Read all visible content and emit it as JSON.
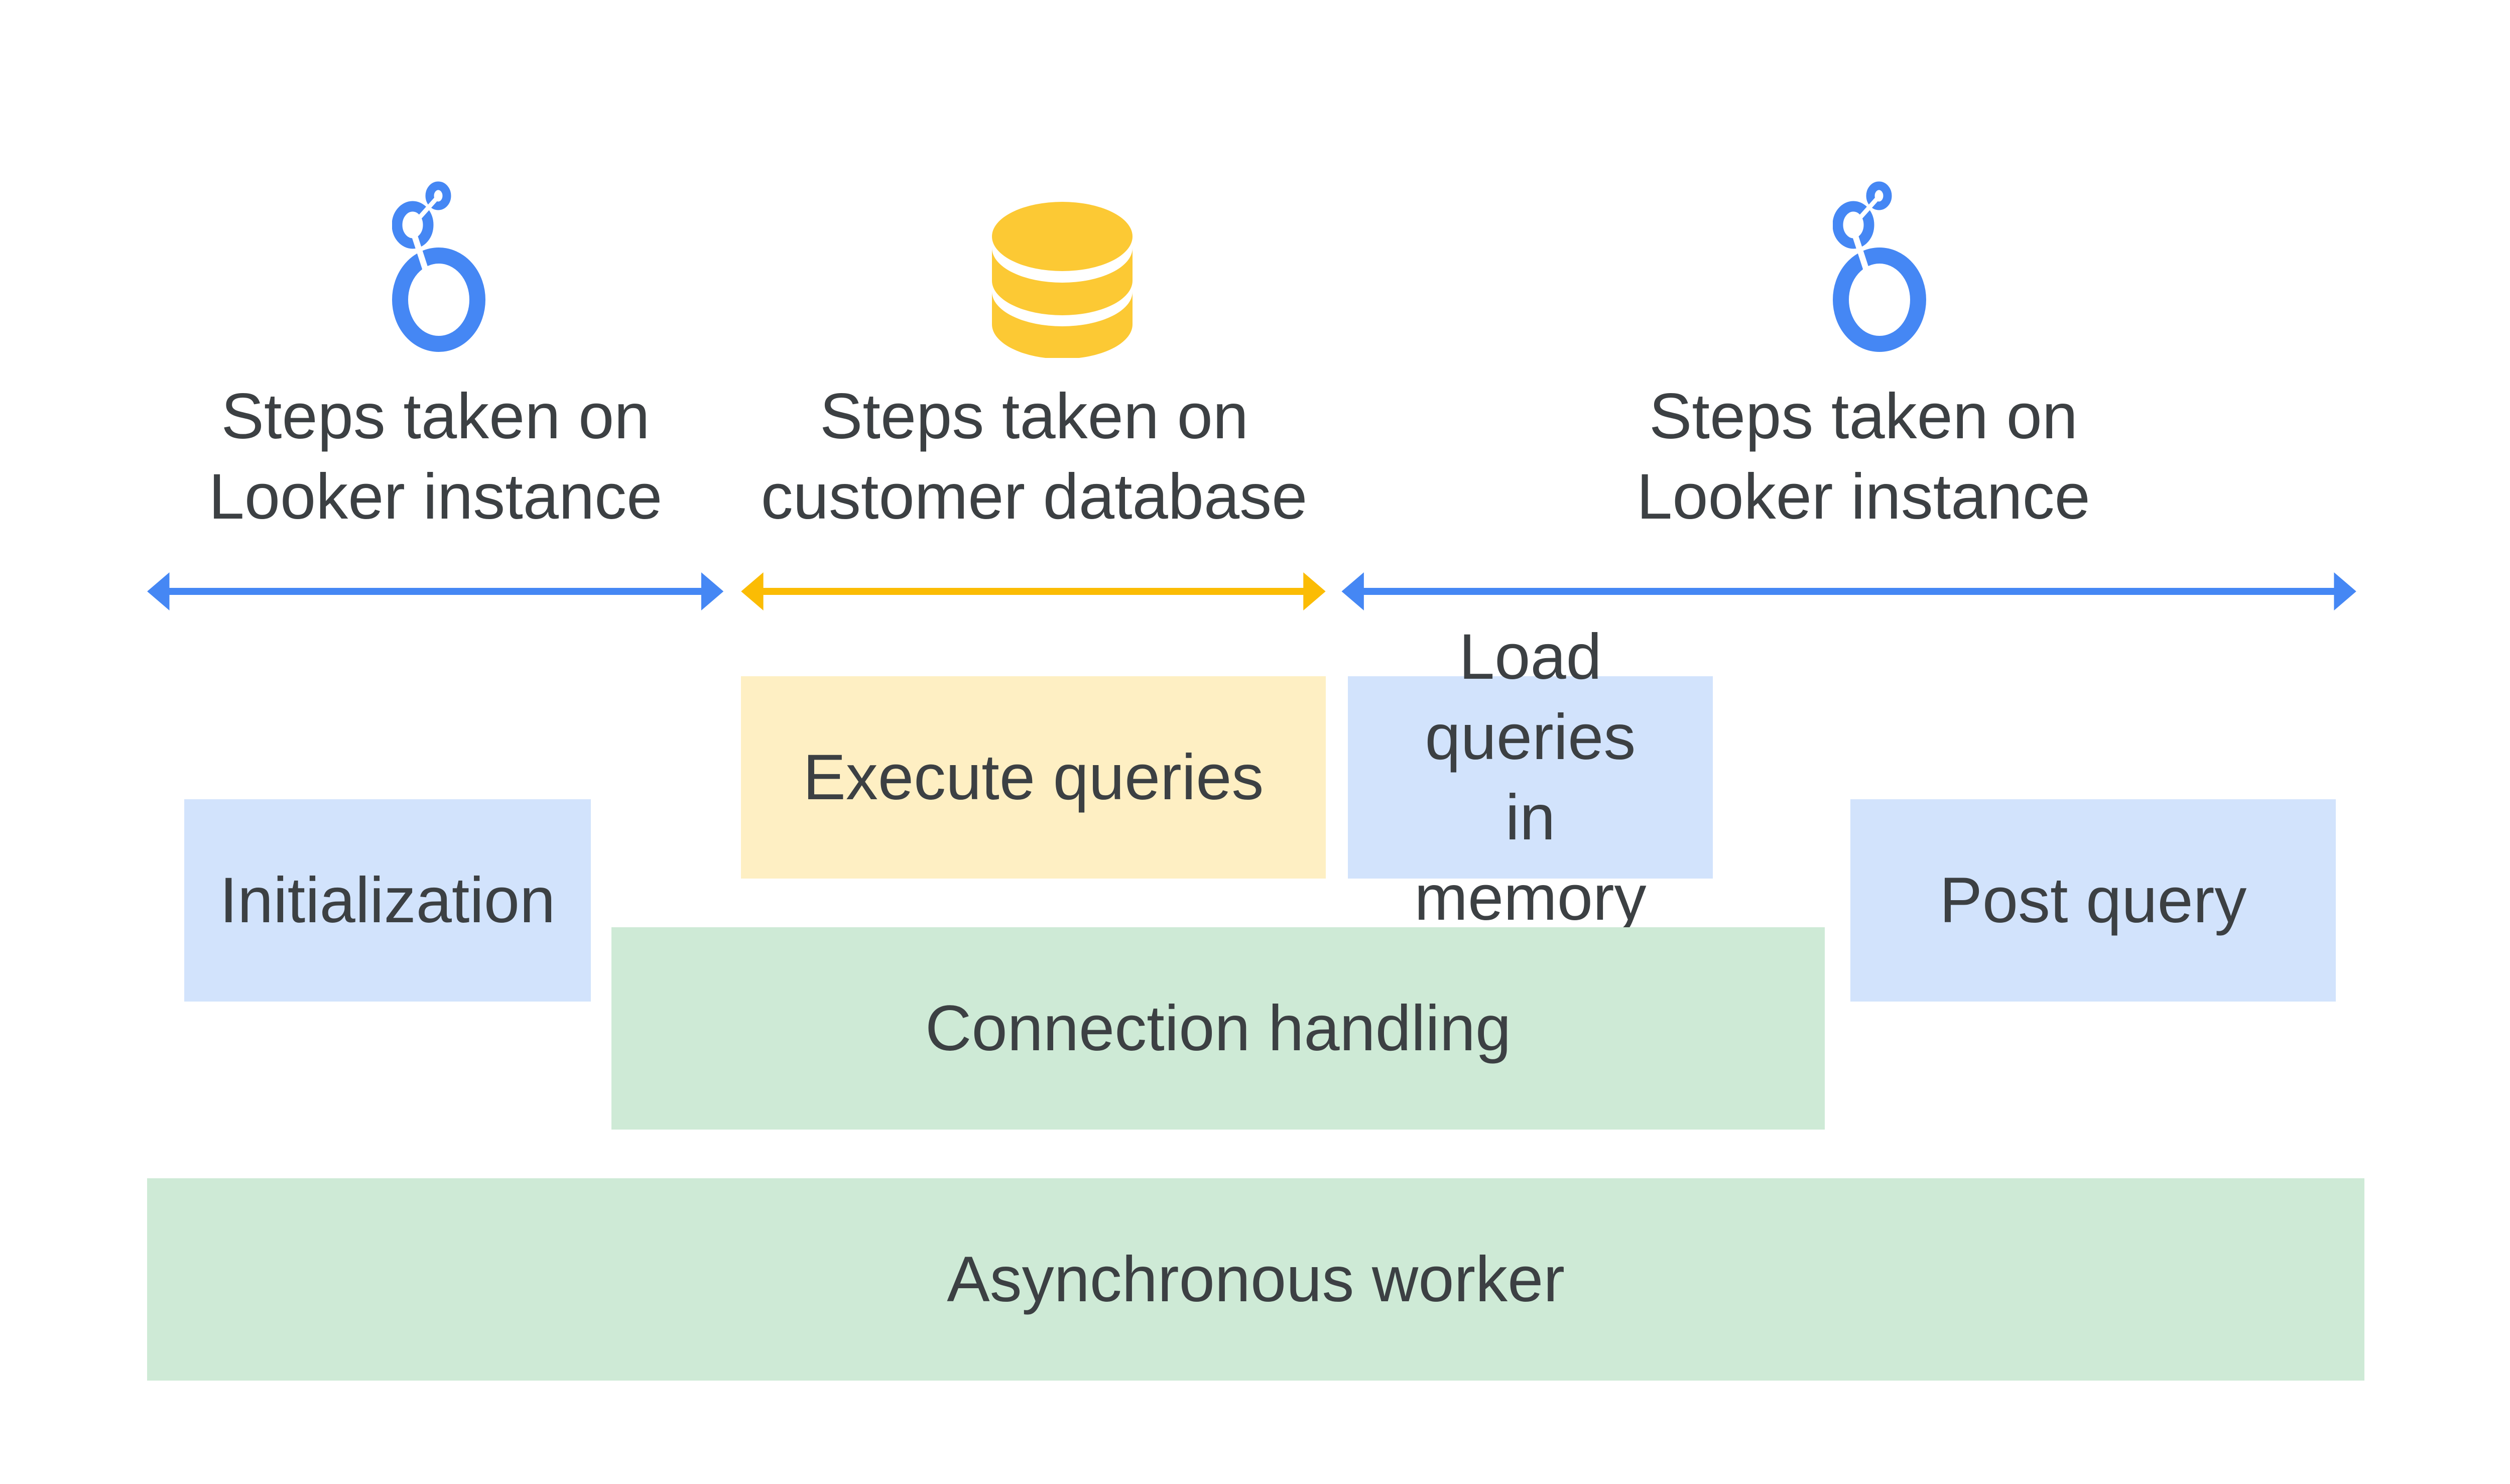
{
  "colors": {
    "looker_blue": "#4587f4",
    "database_yellow": "#fcc934",
    "blue_box": "#d2e3fc",
    "yellow_box": "#feefc3",
    "green_box": "#ceead6",
    "text": "#3c4043"
  },
  "sections": [
    {
      "icon": "looker-logo-icon",
      "line1": "Steps taken on",
      "line2": "Looker instance",
      "arrow_color": "#4587f4"
    },
    {
      "icon": "database-icon",
      "line1": "Steps taken on",
      "line2": "customer database",
      "arrow_color": "#fbbc04"
    },
    {
      "icon": "looker-logo-icon",
      "line1": "Steps taken on",
      "line2": "Looker instance",
      "arrow_color": "#4587f4"
    }
  ],
  "boxes": {
    "initialization": "Initialization",
    "execute_queries": "Execute queries",
    "load_queries": "Load queries in memory",
    "post_query": "Post query",
    "connection_handling": "Connection handling",
    "async_worker": "Asynchronous worker"
  }
}
